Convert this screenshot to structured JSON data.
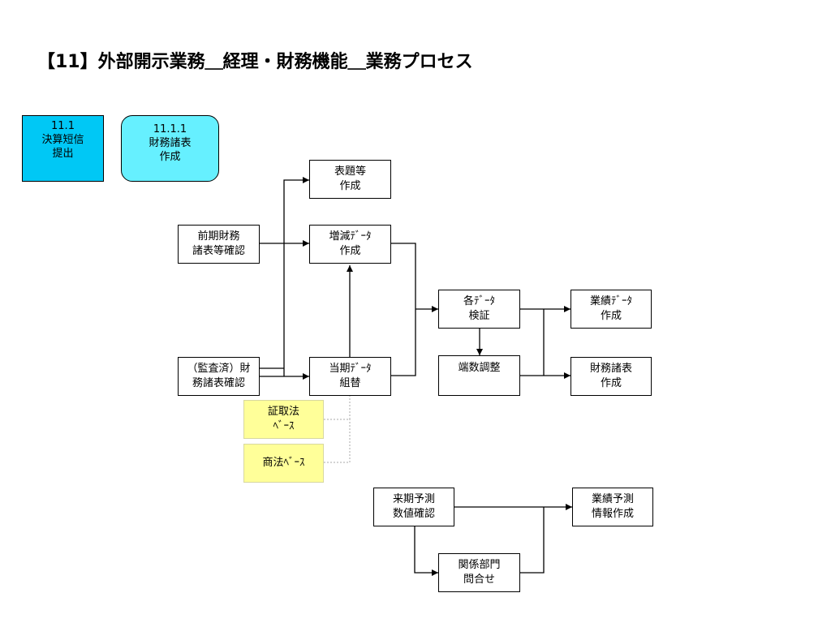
{
  "title": "【11】外部開示業務＿経理・財務機能＿業務プロセス",
  "badges": {
    "main": "11.1\n決算短信\n提出",
    "sub": "11.1.1\n財務諸表\n作成"
  },
  "colors": {
    "main_badge": "#00c8f5",
    "sub_badge": "#66f0ff",
    "note": "#ffff99"
  },
  "boxes": {
    "hyodai": "表題等\n作成",
    "zengen": "増減ﾃﾞｰﾀ\n作成",
    "zenki": "前期財務\n諸表等確認",
    "kansa": "（監査済）財\n務諸表確認",
    "toki": "当期ﾃﾞｰﾀ\n組替",
    "kakudata": "各ﾃﾞｰﾀ\n検証",
    "tansu": "端数調整",
    "gyoseki": "業績ﾃﾞｰﾀ\n作成",
    "zaimu": "財務諸表\n作成",
    "raiki": "来期予測\n数値確認",
    "kankei": "関係部門\n問合せ",
    "yosoku": "業績予測\n情報作成"
  },
  "notes": {
    "shoken": "証取法\nﾍﾞｰｽ",
    "shoho": "商法ﾍﾞｰｽ"
  }
}
